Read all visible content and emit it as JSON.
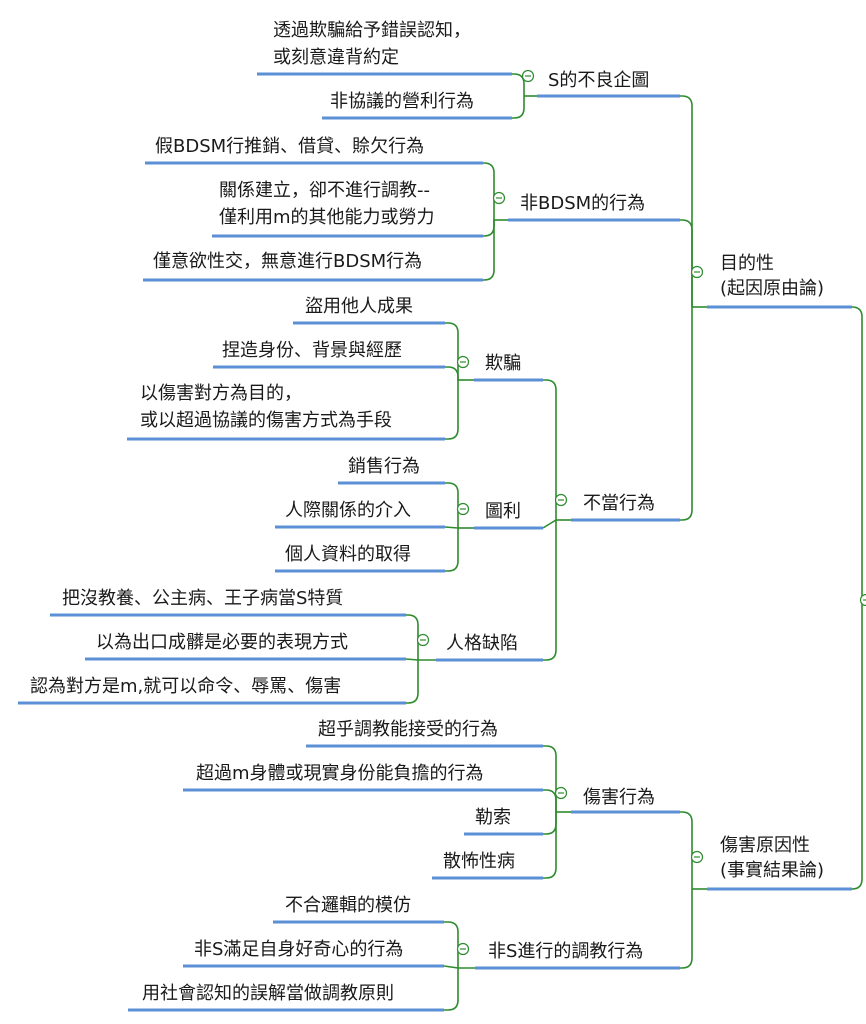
{
  "map": {
    "branches": [
      {
        "label": "目的性\n(起因原由論)",
        "children": [
          {
            "label": "S的不良企圖",
            "children": [
              {
                "label": "透過欺騙給予錯誤認知，\n或刻意違背約定"
              },
              {
                "label": "非協議的營利行為"
              }
            ]
          },
          {
            "label": "非BDSM的行為",
            "children": [
              {
                "label": "假BDSM行推銷、借貸、賒欠行為"
              },
              {
                "label": "關係建立，卻不進行調教--\n僅利用m的其他能力或勞力"
              },
              {
                "label": "僅意欲性交，無意進行BDSM行為"
              }
            ]
          },
          {
            "label": "不當行為",
            "children": [
              {
                "label": "欺騙",
                "children": [
                  {
                    "label": "盜用他人成果"
                  },
                  {
                    "label": "捏造身份、背景與經歷"
                  },
                  {
                    "label": "以傷害對方為目的，\n或以超過協議的傷害方式為手段"
                  }
                ]
              },
              {
                "label": "圖利",
                "children": [
                  {
                    "label": "銷售行為"
                  },
                  {
                    "label": "人際關係的介入"
                  },
                  {
                    "label": "個人資料的取得"
                  }
                ]
              },
              {
                "label": "人格缺陷",
                "children": [
                  {
                    "label": "把沒教養、公主病、王子病當S特質"
                  },
                  {
                    "label": "以為出口成髒是必要的表現方式"
                  },
                  {
                    "label": "認為對方是m,就可以命令、辱罵、傷害"
                  }
                ]
              }
            ]
          }
        ]
      },
      {
        "label": "傷害原因性\n(事實結果論)",
        "children": [
          {
            "label": "傷害行為",
            "children": [
              {
                "label": "超乎調教能接受的行為"
              },
              {
                "label": "超過m身體或現實身份能負擔的行為"
              },
              {
                "label": "勒索"
              },
              {
                "label": "散怖性病"
              }
            ]
          },
          {
            "label": "非S進行的調教行為",
            "children": [
              {
                "label": "不合邏輯的模仿"
              },
              {
                "label": "非S滿足自身好奇心的行為"
              },
              {
                "label": "用社會認知的誤解當做調教原則"
              }
            ]
          }
        ]
      }
    ],
    "colors": {
      "connector": "#2e8b2e",
      "underline": "#5b8fd6",
      "text": "#1a1a1a"
    }
  }
}
